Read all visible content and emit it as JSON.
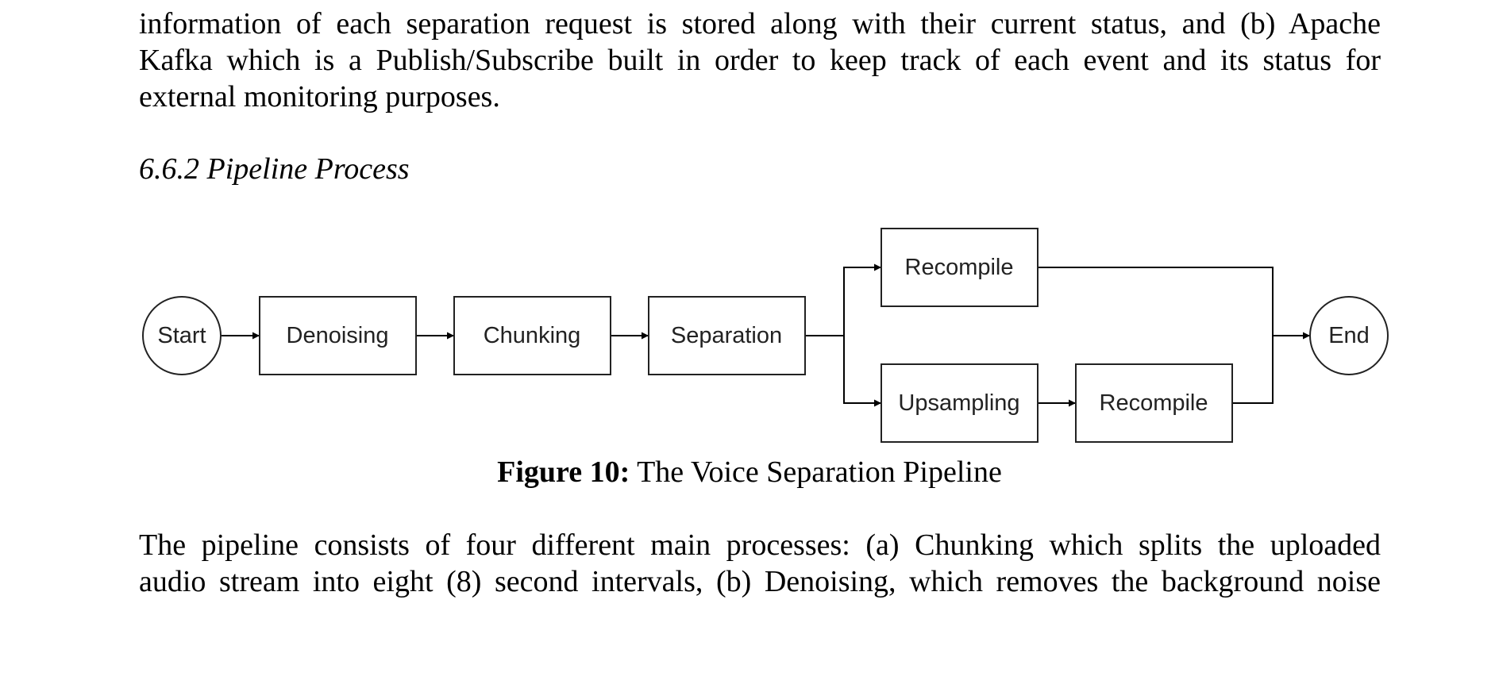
{
  "paragraph_top": {
    "lines": [
      "information of each separation request is stored along with their current status, and (b) Apache",
      "Kafka which is a Publish/Subscribe built in order to keep track of each event and its status for",
      "external monitoring purposes."
    ]
  },
  "section_heading": "6.6.2 Pipeline Process",
  "diagram": {
    "start": "Start",
    "denoising": "Denoising",
    "chunking": "Chunking",
    "separation": "Separation",
    "recompile_top": "Recompile",
    "upsampling": "Upsampling",
    "recompile_bottom": "Recompile",
    "end": "End"
  },
  "figure_caption": {
    "label": "Figure 10:",
    "text": " The Voice Separation Pipeline"
  },
  "paragraph_bottom": {
    "lines": [
      "The pipeline consists of four different main processes: (a) Chunking which splits the uploaded",
      "audio stream into eight (8) second intervals, (b) Denoising, which removes the background noise"
    ]
  }
}
